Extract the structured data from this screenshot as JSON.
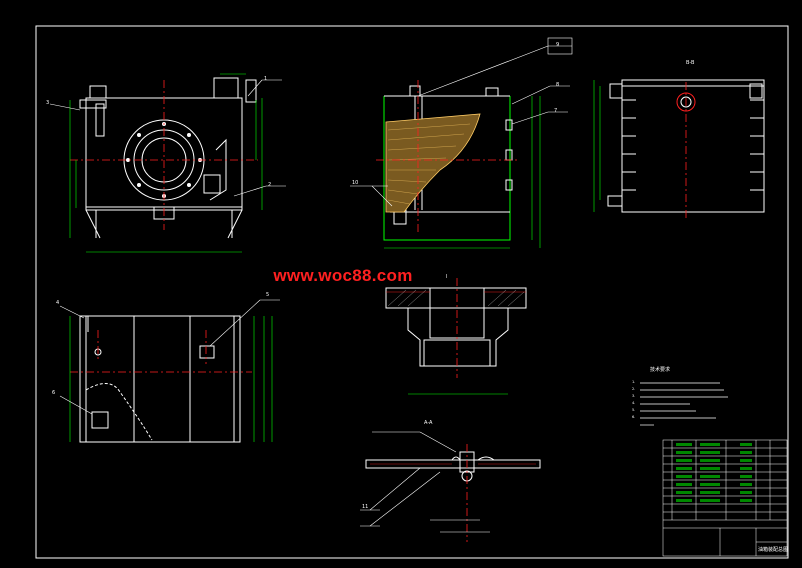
{
  "watermark": "www.woc88.com",
  "callouts": {
    "top_view_label": "1",
    "part_2": "2",
    "part_3": "3",
    "part_4": "4",
    "part_5": "5",
    "part_6": "6",
    "part_7": "7",
    "part_8": "8",
    "part_9": "9",
    "part_10": "10",
    "part_11": "11"
  },
  "views": {
    "section_b": "B-B",
    "section_a": "A-A",
    "detail_label": "I"
  },
  "tech_requirements": {
    "title": "技术要求",
    "lines": [
      "1.",
      "2.",
      "3.",
      "4.",
      "5.",
      "6."
    ]
  },
  "title_block": {
    "drawing_name": "油箱装配总图",
    "school": ""
  },
  "colors": {
    "background": "#000000",
    "lines": "#ffffff",
    "centerlines": "#ff2020",
    "dimensions": "#00ff00",
    "hatching": "#ffcc66",
    "accent_green": "#00ff00",
    "yellow": "#ffff00"
  }
}
